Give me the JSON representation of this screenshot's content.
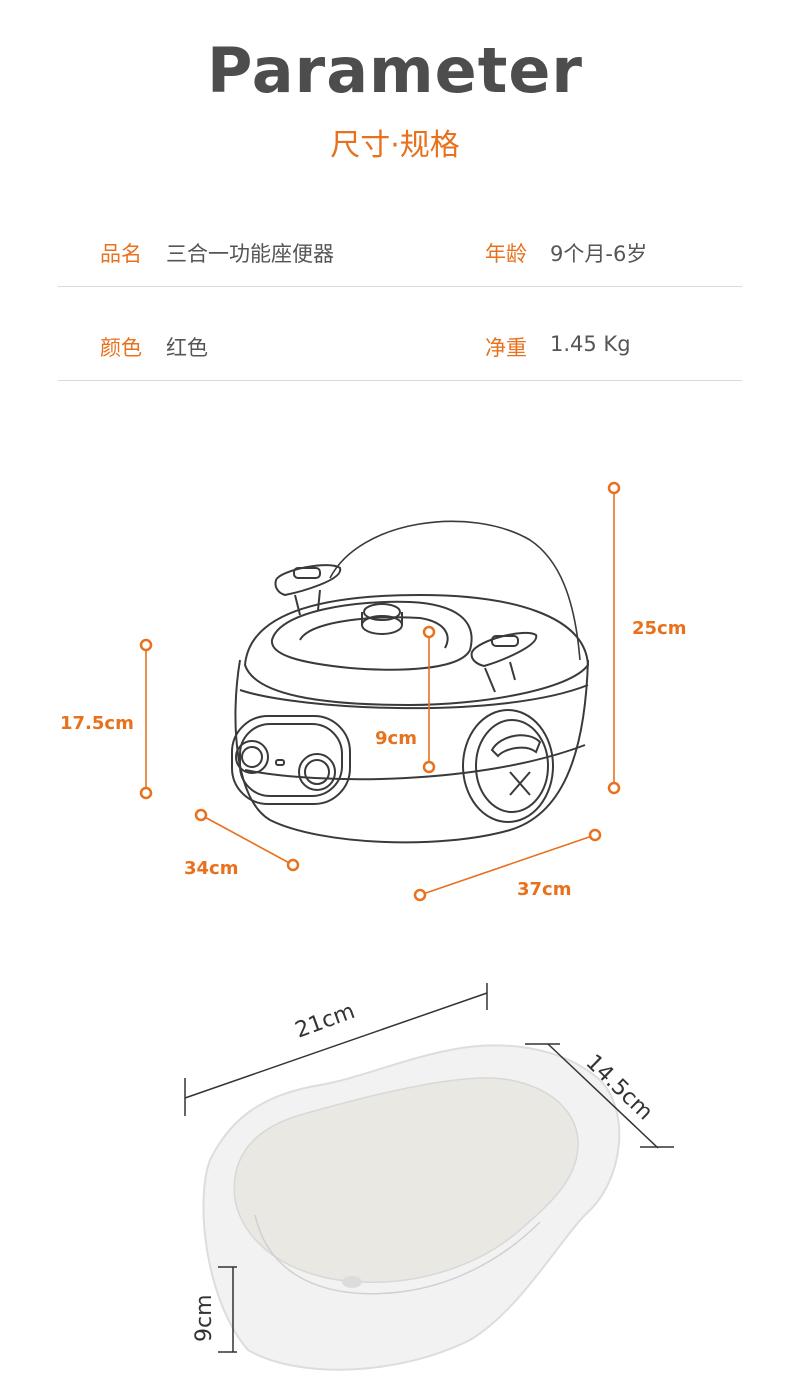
{
  "header": {
    "title": "Parameter",
    "subtitle": "尺寸·规格"
  },
  "specs": [
    {
      "label": "品名",
      "value": "三合一功能座便器"
    },
    {
      "label": "年龄",
      "value": "9个月-6岁"
    },
    {
      "label": "颜色",
      "value": "红色"
    },
    {
      "label": "净重",
      "value": "1.45 Kg"
    }
  ],
  "potty_dimensions": {
    "height_total": "25cm",
    "height_body": "17.5cm",
    "lid_height": "9cm",
    "depth": "34cm",
    "width": "37cm"
  },
  "bowl_dimensions": {
    "length": "21cm",
    "width": "14.5cm",
    "depth": "9cm"
  },
  "colors": {
    "accent": "#e8711e",
    "title": "#4d4d4d",
    "text": "#555555",
    "outline": "#3a3a3a"
  }
}
